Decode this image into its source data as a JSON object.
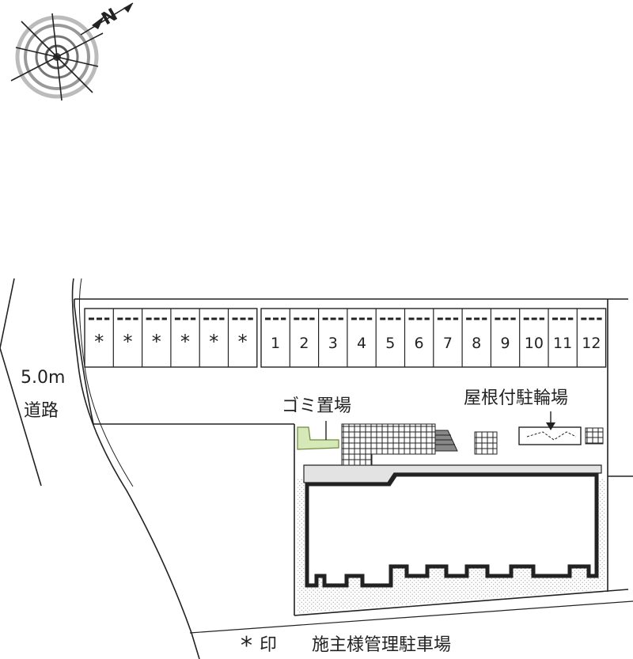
{
  "colors": {
    "line": "#222222",
    "paving": "#e3e3e3",
    "garbage_area": "#d6e8b8",
    "garbage_outline": "#6a8a3a",
    "stipple": "#bbbbbb",
    "background": "#ffffff"
  },
  "compass": {
    "icon": "compass-rose-icon",
    "north_label": "N"
  },
  "road": {
    "label_line1": "5.0m",
    "label_line2": "道路"
  },
  "parking": {
    "owner_reserved_mark": "*",
    "owner_reserved_count": 6,
    "numbered_spaces": [
      "1",
      "2",
      "3",
      "4",
      "5",
      "6",
      "7",
      "8",
      "9",
      "10",
      "11",
      "12"
    ]
  },
  "labels": {
    "garbage": "ゴミ置場",
    "bicycle": "屋根付駐輪場"
  },
  "legend": {
    "mark": "*",
    "mark_word": "印",
    "text": "施主様管理駐車場"
  }
}
